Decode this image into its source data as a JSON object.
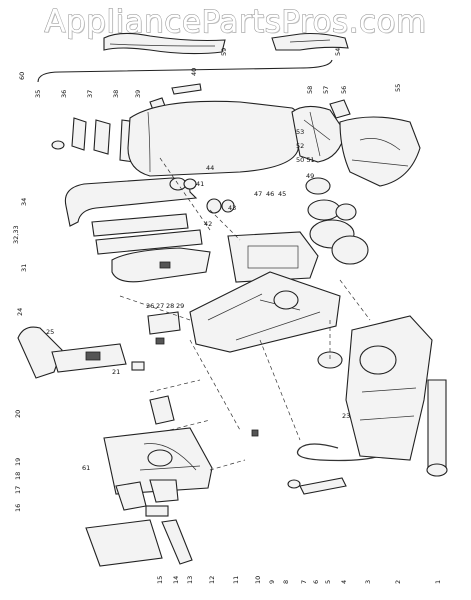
{
  "watermark": "AppliancePartsPros.com",
  "callouts": [
    {
      "id": "c1",
      "text": "1"
    },
    {
      "id": "c2",
      "text": "2"
    },
    {
      "id": "c3",
      "text": "3"
    },
    {
      "id": "c4",
      "text": "4"
    },
    {
      "id": "c5",
      "text": "5"
    },
    {
      "id": "c6",
      "text": "6"
    },
    {
      "id": "c7",
      "text": "7"
    },
    {
      "id": "c8",
      "text": "8"
    },
    {
      "id": "c9",
      "text": "9"
    },
    {
      "id": "c10",
      "text": "10"
    },
    {
      "id": "c11",
      "text": "11"
    },
    {
      "id": "c12",
      "text": "12"
    },
    {
      "id": "c13",
      "text": "13"
    },
    {
      "id": "c14",
      "text": "14"
    },
    {
      "id": "c15",
      "text": "15"
    },
    {
      "id": "c16",
      "text": "16"
    },
    {
      "id": "c17",
      "text": "17"
    },
    {
      "id": "c18",
      "text": "18"
    },
    {
      "id": "c19",
      "text": "19"
    },
    {
      "id": "c20",
      "text": "20"
    },
    {
      "id": "c21",
      "text": "21"
    },
    {
      "id": "c23",
      "text": "23"
    },
    {
      "id": "c24",
      "text": "24"
    },
    {
      "id": "c25",
      "text": "25"
    },
    {
      "id": "c26",
      "text": "26"
    },
    {
      "id": "c27",
      "text": "27"
    },
    {
      "id": "c28",
      "text": "28"
    },
    {
      "id": "c29",
      "text": "29"
    },
    {
      "id": "c31",
      "text": "31"
    },
    {
      "id": "c32",
      "text": "32,33"
    },
    {
      "id": "c34",
      "text": "34"
    },
    {
      "id": "c35",
      "text": "35"
    },
    {
      "id": "c36",
      "text": "36"
    },
    {
      "id": "c37",
      "text": "37"
    },
    {
      "id": "c38",
      "text": "38"
    },
    {
      "id": "c39",
      "text": "39"
    },
    {
      "id": "c40",
      "text": "40"
    },
    {
      "id": "c41",
      "text": "41"
    },
    {
      "id": "c42",
      "text": "42"
    },
    {
      "id": "c43",
      "text": "43"
    },
    {
      "id": "c44",
      "text": "44"
    },
    {
      "id": "c45",
      "text": "45"
    },
    {
      "id": "c46",
      "text": "46"
    },
    {
      "id": "c47",
      "text": "47"
    },
    {
      "id": "c49",
      "text": "49"
    },
    {
      "id": "c50",
      "text": "50 51"
    },
    {
      "id": "c52",
      "text": "52"
    },
    {
      "id": "c53",
      "text": "53"
    },
    {
      "id": "c54",
      "text": "54"
    },
    {
      "id": "c55",
      "text": "55"
    },
    {
      "id": "c56",
      "text": "56"
    },
    {
      "id": "c57",
      "text": "57"
    },
    {
      "id": "c58",
      "text": "58"
    },
    {
      "id": "c59",
      "text": "59"
    },
    {
      "id": "c60",
      "text": "60"
    },
    {
      "id": "c61",
      "text": "61"
    }
  ]
}
